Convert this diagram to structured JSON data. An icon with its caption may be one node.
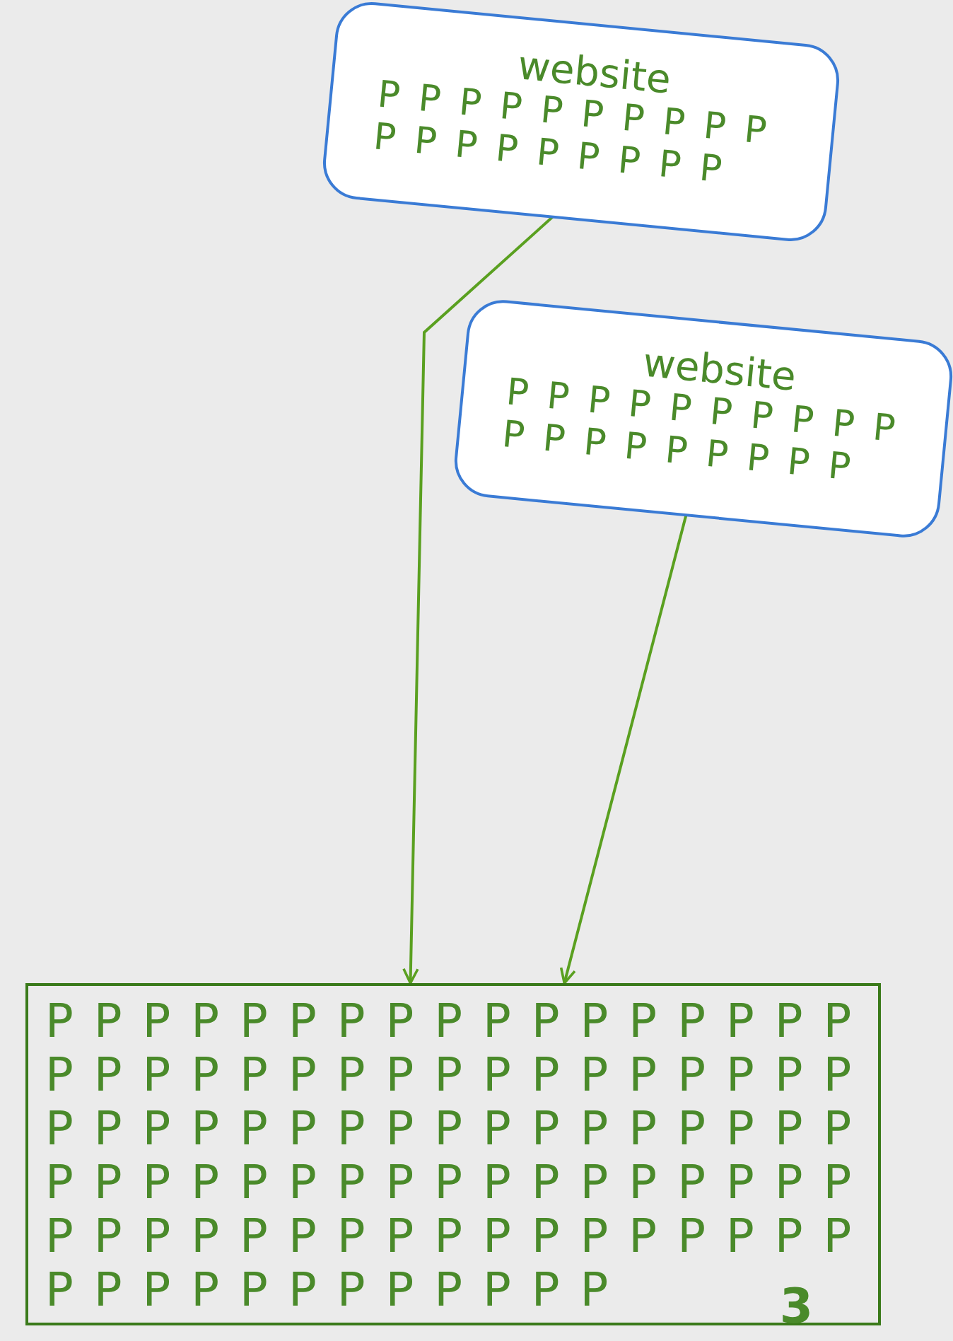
{
  "diagram": {
    "nodes": [
      {
        "text": [
          "website",
          "P P P P P P P P P P P P P P P P P P P"
        ]
      },
      {
        "text": [
          "website",
          "P P P P P P P P P P P P P P P P P P P"
        ]
      },
      {
        "text": [
          "P P P P P P P P P P P P P P P P P P P P P P P P P P P P P P P P P P P P P P P P P P P P P P P P P P P P P P P P P P P P P P P P P P P P P P P P P P P P P P P P P P P P P P P P P P P P P P P P P",
          "3"
        ]
      }
    ],
    "edges": [
      {
        "from": 0,
        "to": 2,
        "arrow": "to"
      },
      {
        "from": 1,
        "to": 2,
        "arrow": "to"
      }
    ]
  }
}
